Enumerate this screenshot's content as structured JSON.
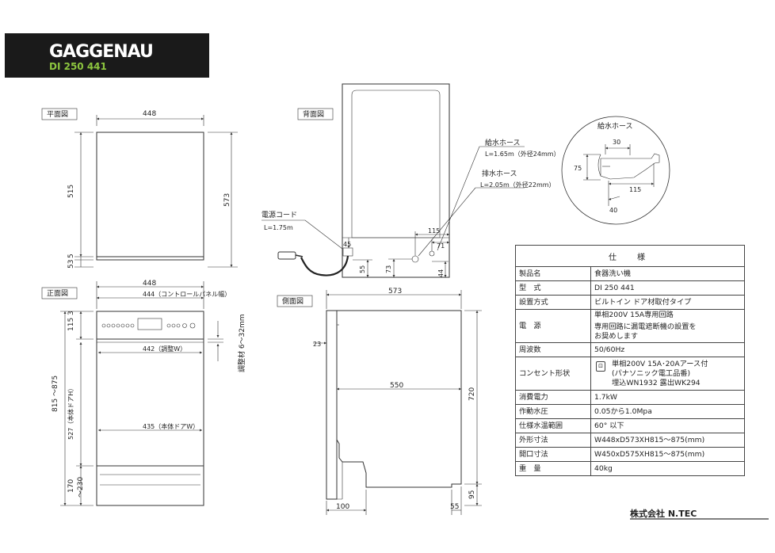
{
  "header": {
    "brand": "GAGGENAU",
    "model": "DI 250 441"
  },
  "labels": {
    "plan_view": "平面図",
    "back_view": "背面図",
    "front_view": "正面図",
    "side_view": "側面図"
  },
  "plan_dims": {
    "width": "448",
    "depth_body": "515",
    "depth_total": "573",
    "d53": "53",
    "d5": "5"
  },
  "front_dims": {
    "width": "448",
    "control_width": "444（コントロールパネル幅）",
    "adjust_width": "442（調整W）",
    "door_width": "435（本体ドアW）",
    "height_total": "815 ～875",
    "d3": "3",
    "d115": "115",
    "door_height": "527（本体ドアH）",
    "d170": "170",
    "d230": "～230",
    "adjust_label": "調整材 6～32mm"
  },
  "back_dims": {
    "supply_hose_title": "給水ホース",
    "supply_hose_spec": "L=1.65m（外径24mm）",
    "drain_hose_title": "排水ホース",
    "drain_hose_spec": "L=2.05m（外径22mm）",
    "power_cord_title": "電源コード",
    "power_cord_spec": "L=1.75m",
    "d115": "115",
    "d71": "71",
    "d45": "45",
    "d55": "55",
    "d73": "73",
    "d44": "44"
  },
  "detail_dims": {
    "title": "給水ホース",
    "d30": "30",
    "d75": "75",
    "d115": "115",
    "d40": "40"
  },
  "side_dims": {
    "depth": "573",
    "d23": "23",
    "d550": "550",
    "d720": "720",
    "d95": "95",
    "d100": "100",
    "d55": "55"
  },
  "spec_table": {
    "title": "仕　様",
    "rows": [
      {
        "key": "製品名",
        "value": "食器洗い機"
      },
      {
        "key": "型　式",
        "value": "DI 250 441"
      },
      {
        "key": "設置方式",
        "value": "ビルトイン ドア材取付タイプ"
      },
      {
        "key": "電　源",
        "value1": "単相200V 15A専用回路",
        "value2": "専用回路に漏電遮断機の設置を",
        "value3": "お奨めします"
      },
      {
        "key": "周波数",
        "value": "50/60Hz"
      },
      {
        "key": "コンセント形状",
        "value1": "単相200V 15A･20Aアース付",
        "value2": "(パナソニック電工品番)",
        "value3": "埋込WN1932 露出WK294"
      },
      {
        "key": "消費電力",
        "value": "1.7kW"
      },
      {
        "key": "作動水圧",
        "value": "0.05から1.0Mpa"
      },
      {
        "key": "仕様水温範囲",
        "value": "60° 以下"
      },
      {
        "key": "外形寸法",
        "value": "W448xD573XH815～875(mm)"
      },
      {
        "key": "開口寸法",
        "value": "W450xD575XH815～875(mm)"
      },
      {
        "key": "重　量",
        "value": "40kg"
      }
    ]
  },
  "footer": {
    "company": "株式会社 N.TEC"
  }
}
